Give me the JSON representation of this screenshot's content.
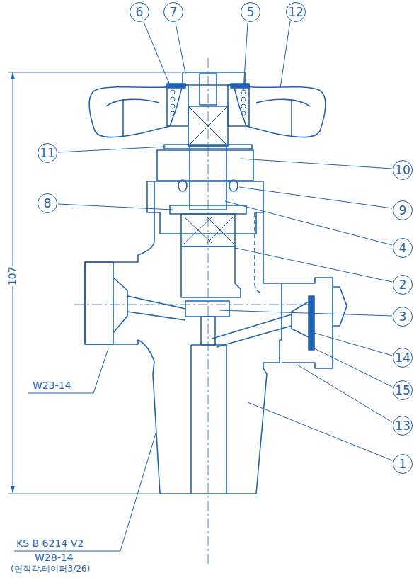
{
  "diagram": {
    "nodes": [
      {
        "text": [
          "6"
        ]
      },
      {
        "text": [
          "7"
        ]
      },
      {
        "text": [
          "5"
        ]
      },
      {
        "text": [
          "12"
        ]
      },
      {
        "text": [
          "11"
        ]
      },
      {
        "text": [
          "10"
        ]
      },
      {
        "text": [
          "8"
        ]
      },
      {
        "text": [
          "9"
        ]
      },
      {
        "text": [
          "4"
        ]
      },
      {
        "text": [
          "2"
        ]
      },
      {
        "text": [
          "3"
        ]
      },
      {
        "text": [
          "14"
        ]
      },
      {
        "text": [
          "15"
        ]
      },
      {
        "text": [
          "13"
        ]
      },
      {
        "text": [
          "1"
        ]
      }
    ],
    "labels": [
      "107",
      "W23-14",
      "KS B 6214 V2",
      "W28-14",
      "(면직각,테이퍼3/26)"
    ]
  }
}
